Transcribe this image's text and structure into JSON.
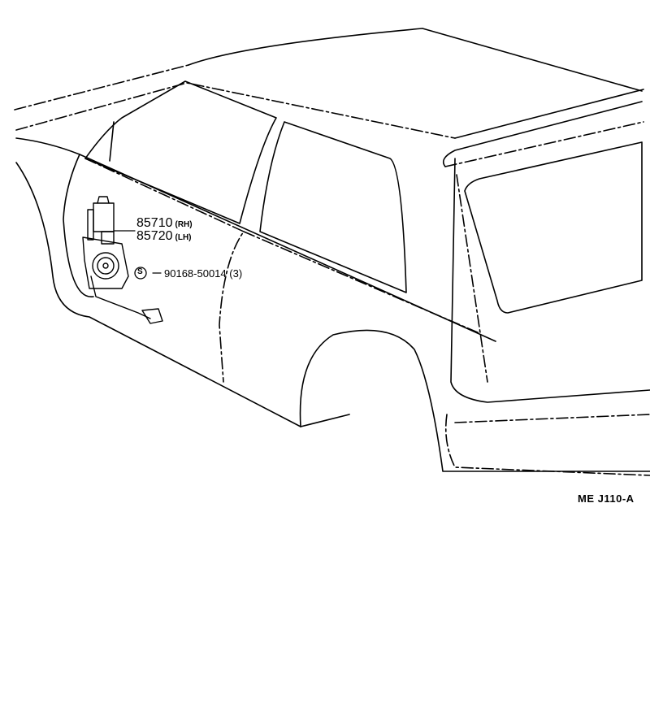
{
  "parts": [
    {
      "number": "85710",
      "side": "(RH)"
    },
    {
      "number": "85720",
      "side": "(LH)"
    }
  ],
  "screw": {
    "symbol": "S",
    "number": "90168-50014",
    "qty": "(3)"
  },
  "figure_code": "ME  J110-A"
}
